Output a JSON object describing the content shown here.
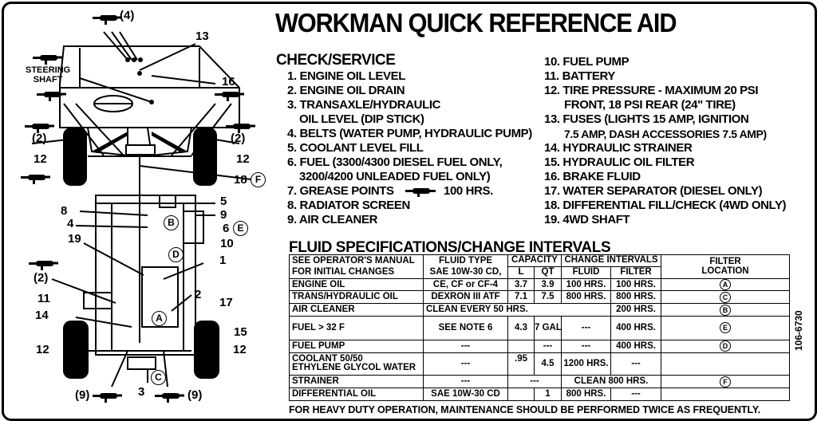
{
  "title": "WORKMAN QUICK REFERENCE AID",
  "check_service": {
    "heading": "CHECK/SERVICE",
    "left_items": [
      "1. ENGINE OIL LEVEL",
      "2. ENGINE OIL DRAIN",
      "3. TRANSAXLE/HYDRAULIC",
      "OIL LEVEL (DIP STICK)",
      "4. BELTS (WATER PUMP, HYDRAULIC PUMP)",
      "5. COOLANT LEVEL FILL",
      "6. FUEL (3300/4300 DIESEL FUEL ONLY,",
      "3200/4200 UNLEADED FUEL ONLY)",
      "7. GREASE POINTS",
      "100 HRS.",
      "8. RADIATOR SCREEN",
      "9. AIR CLEANER"
    ],
    "right_items": [
      "10. FUEL PUMP",
      "11. BATTERY",
      "12. TIRE PRESSURE - MAXIMUM 20 PSI",
      "FRONT, 18 PSI REAR (24\" TIRE)",
      "13. FUSES (LIGHTS 15 AMP, IGNITION",
      "7.5 AMP, DASH ACCESSORIES 7.5 AMP)",
      "14. HYDRAULIC STRAINER",
      "15. HYDRAULIC OIL FILTER",
      "16. BRAKE FLUID",
      "17. WATER SEPARATOR (DIESEL ONLY)",
      "18. DIFFERENTIAL FILL/CHECK (4WD ONLY)",
      "19. 4WD SHAFT"
    ]
  },
  "fluid_specs": {
    "heading": "FLUID SPECIFICATIONS/CHANGE INTERVALS",
    "header": {
      "manual_line1": "SEE OPERATOR'S MANUAL",
      "manual_line2": "FOR INITIAL CHANGES",
      "fluid_type": "FLUID TYPE",
      "capacity": "CAPACITY",
      "change_intervals": "CHANGE INTERVALS",
      "filter_location_line1": "FILTER",
      "filter_location_line2": "LOCATION",
      "l": "L",
      "qt": "QT",
      "fluid": "FLUID",
      "filter": "FILTER",
      "first_fluid_type": "SAE 10W-30 CD,"
    },
    "rows": {
      "engine_oil": {
        "name": "ENGINE OIL",
        "type": "CE, CF or CF-4",
        "l": "3.7",
        "qt": "3.9",
        "fluid": "100 HRS.",
        "filter": "100 HRS.",
        "loc": "A"
      },
      "trans": {
        "name": "TRANS/HYDRAULIC OIL",
        "type": "DEXRON III ATF",
        "l": "7.1",
        "qt": "7.5",
        "fluid": "800 HRS.",
        "filter": "800 HRS.",
        "loc": "C"
      },
      "air_cleaner": {
        "name": "AIR CLEANER",
        "type": "CLEAN EVERY 50 HRS.",
        "filter": "200 HRS.",
        "loc": "B"
      },
      "fuel": {
        "name": "FUEL  >  32   F",
        "type": "SEE NOTE 6",
        "l": "4.3",
        "qt": "7 GAL",
        "fluid": "---",
        "filter": "400 HRS.",
        "loc": "E"
      },
      "fuel_pump": {
        "name": "FUEL PUMP",
        "type": "---",
        "qt": "---",
        "fluid": "---",
        "filter": "400 HRS.",
        "loc": "D"
      },
      "coolant": {
        "name_line1": "COOLANT 50/50",
        "name_line2": "ETHYLENE GLYCOL WATER",
        "type": "---",
        "l": ".95",
        "qt": "4.5",
        "fluid": "1200 HRS.",
        "filter": "---"
      },
      "strainer": {
        "name": "STRAINER",
        "type": "---",
        "qt": "---",
        "clean": "CLEAN 800 HRS.",
        "loc": "F"
      },
      "differential": {
        "name": "DIFFERENTIAL OIL",
        "type": "SAE 10W-30 CD",
        "qt": "1",
        "fluid": "800 HRS.",
        "filter": "---"
      }
    }
  },
  "footer": "FOR HEAVY DUTY OPERATION, MAINTENANCE SHOULD BE PERFORMED TWICE AS FREQUENTLY.",
  "part_number": "106-6730",
  "diagram": {
    "steering_shaft_line1": "STEERING",
    "steering_shaft_line2": "SHAFT",
    "callouts": {
      "c4_top": "(4)",
      "c13": "13",
      "c16": "16",
      "c2_left": "(2)",
      "c2_right": "(2)",
      "c12_lt": "12",
      "c12_rt": "12",
      "c18": "18",
      "c5": "5",
      "c8": "8",
      "c9": "9",
      "c4_mid": "4",
      "c6": "6",
      "c19": "19",
      "c10": "10",
      "c1": "1",
      "c2_mid_left": "(2)",
      "c2": "2",
      "c11": "11",
      "c17": "17",
      "c14": "14",
      "c15": "15",
      "c12_lb": "12",
      "c12_rb": "12",
      "c9_bl": "(9)",
      "c3": "3",
      "c9_br": "(9)"
    },
    "locations": {
      "a": "A",
      "b": "B",
      "c": "C",
      "d": "D",
      "e": "E",
      "f": "F"
    }
  }
}
